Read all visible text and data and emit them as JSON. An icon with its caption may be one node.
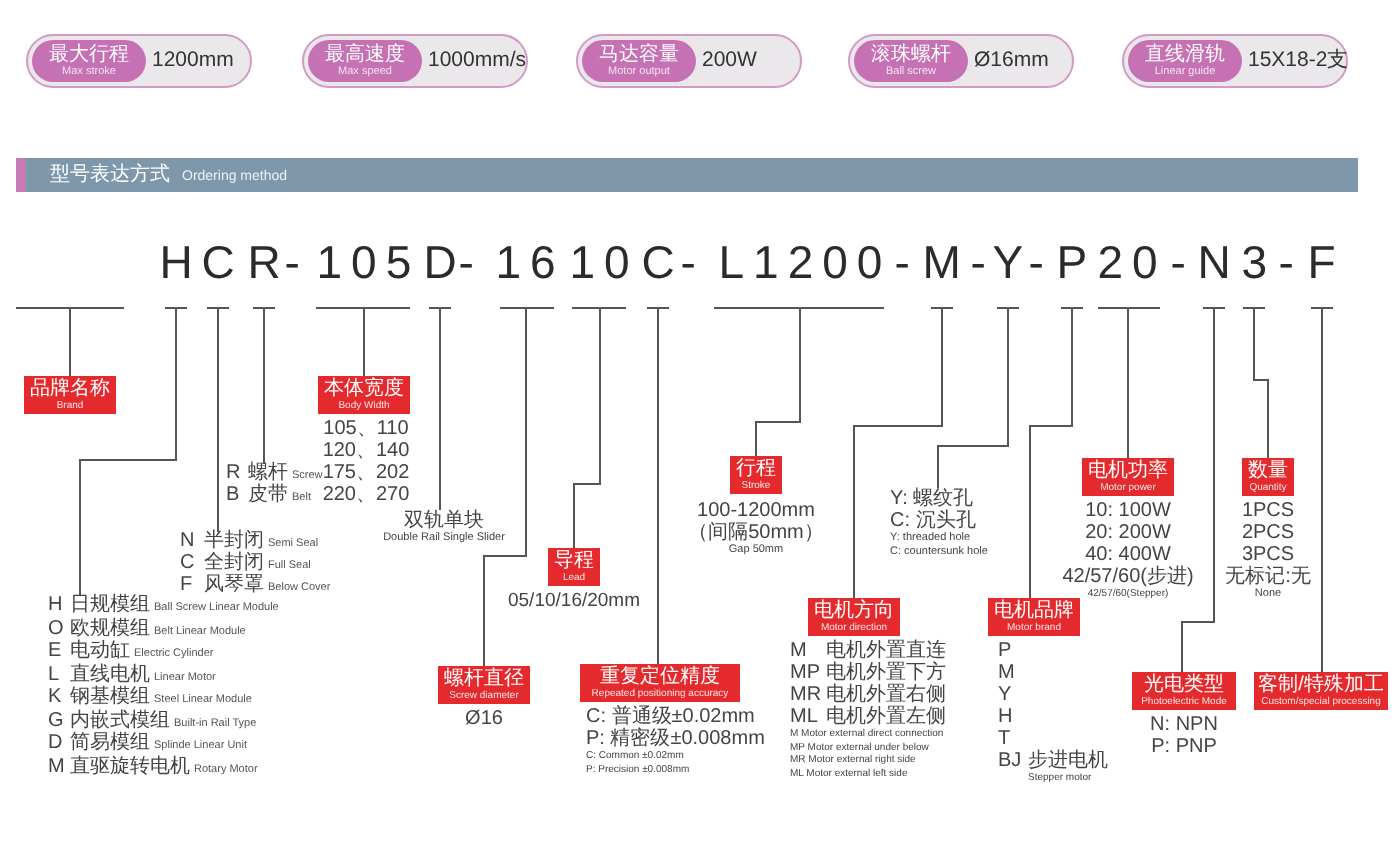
{
  "diagram": {
    "nodes": [
      {
        "text": [
          "1200mm"
        ]
      },
      {
        "text": [
          "最大行程",
          "Max stroke"
        ],
        "in": 0
      },
      {
        "text": [
          "1000mm/s"
        ]
      },
      {
        "text": [
          "最高速度",
          "Max speed"
        ],
        "in": 2
      },
      {
        "text": [
          "200W"
        ]
      },
      {
        "text": [
          "马达容量",
          "Motor output"
        ],
        "in": 4
      },
      {
        "text": [
          "Ø16mm"
        ]
      },
      {
        "text": [
          "滚珠螺杆",
          "Ball screw"
        ],
        "in": 6
      },
      {
        "text": [
          "15X18-2支"
        ]
      },
      {
        "text": [
          "直线滑轨",
          "Linear guide"
        ],
        "in": 8
      },
      {
        "text": [
          "型号表达方式",
          "Ordering method"
        ]
      },
      {
        "text": [
          "H"
        ]
      },
      {
        "text": [
          "C"
        ]
      },
      {
        "text": [
          "R"
        ]
      },
      {
        "text": [
          "105"
        ]
      },
      {
        "text": [
          "D"
        ]
      },
      {
        "text": [
          "16"
        ]
      },
      {
        "text": [
          "10"
        ]
      },
      {
        "text": [
          "C"
        ]
      },
      {
        "text": [
          "L1200"
        ]
      },
      {
        "text": [
          "M"
        ]
      },
      {
        "text": [
          "Y"
        ]
      },
      {
        "text": [
          "P"
        ]
      },
      {
        "text": [
          "20"
        ]
      },
      {
        "text": [
          "N"
        ]
      },
      {
        "text": [
          "3"
        ]
      },
      {
        "text": [
          "F"
        ]
      },
      {
        "text": [
          "品牌名称",
          "Brand"
        ]
      },
      {
        "text": [
          "本体宽度",
          "Body Width"
        ],
        "beside": [
          "105、110",
          "120、140",
          "175、202",
          "220、270"
        ]
      },
      {
        "text": [
          "R",
          "螺杆",
          "Screw",
          "B",
          "皮带",
          "Belt"
        ]
      },
      {
        "text": [
          "双轨单块",
          "Double Rail Single Slider"
        ]
      },
      {
        "text": [
          "N",
          "半封闭",
          "Semi Seal",
          "C",
          "全封闭",
          "Full Seal",
          "F",
          "风琴罩",
          "Below Cover"
        ]
      },
      {
        "text": [
          "H",
          "日规模组",
          "Ball Screw Linear Module",
          "O",
          "欧规模组",
          "Belt Linear Module",
          "E",
          "电动缸",
          "Electric Cylinder",
          "L",
          "直线电机",
          "Linear Motor",
          "K",
          "钢基模组",
          "Steel Linear Module",
          "G",
          "内嵌式模组",
          "Built-in Rail Type",
          "D",
          "简易模组",
          "Splinde Linear Unit",
          "M",
          "直驱旋转电机",
          "Rotary Motor"
        ]
      },
      {
        "text": [
          "螺杆直径",
          "Screw diameter"
        ],
        "beside": [
          "Ø16"
        ]
      },
      {
        "text": [
          "导程",
          "Lead"
        ],
        "beside": [
          "05/10/16/20mm"
        ]
      },
      {
        "text": [
          "重复定位精度",
          "Repeated positioning accuracy"
        ],
        "beside": [
          "C: 普通级±0.02mm",
          "P: 精密级±0.008mm",
          "C: Common ±0.02mm",
          "P: Precision ±0.008mm"
        ]
      },
      {
        "text": [
          "行程",
          "Stroke"
        ],
        "beside": [
          "100-1200mm",
          "（间隔50mm）",
          "Gap 50mm"
        ]
      },
      {
        "text": [
          "Y: 螺纹孔",
          "C: 沉头孔",
          "Y: threaded hole",
          "C: countersunk hole"
        ]
      },
      {
        "text": [
          "电机方向",
          "Motor direction"
        ],
        "beside": [
          "M",
          "电机外置直连",
          "MP",
          "电机外置下方",
          "MR",
          "电机外置右侧",
          "ML",
          "电机外置左侧",
          "M Motor external direct connection",
          "MP Motor external under below",
          "MR Motor external right side",
          "ML Motor external left side"
        ]
      },
      {
        "text": [
          "电机功率",
          "Motor power"
        ],
        "beside": [
          "10: 100W",
          "20: 200W",
          "40: 400W",
          "42/57/60(步进)",
          "42/57/60(Stepper)"
        ]
      },
      {
        "text": [
          "电机品牌",
          "Motor brand"
        ],
        "beside": [
          "P",
          "M",
          "Y",
          "H",
          "T",
          "BJ",
          "步进电机",
          "Stepper motor"
        ]
      },
      {
        "text": [
          "数量",
          "Quantity"
        ],
        "beside": [
          "1PCS",
          "2PCS",
          "3PCS",
          "无标记:无",
          "None"
        ]
      },
      {
        "text": [
          "光电类型",
          "Photoelectric Mode"
        ],
        "beside": [
          "N: NPN",
          "P: PNP"
        ]
      },
      {
        "text": [
          "客制/特殊加工",
          "Custom/special processing"
        ]
      }
    ],
    "edges": [
      {
        "from": 27,
        "to": null,
        "arrow": "none"
      },
      {
        "from": 32,
        "to": 11,
        "arrow": "none"
      },
      {
        "from": 31,
        "to": 12,
        "arrow": "none"
      },
      {
        "from": 29,
        "to": 13,
        "arrow": "none"
      },
      {
        "from": 28,
        "to": 14,
        "arrow": "none"
      },
      {
        "from": 30,
        "to": 15,
        "arrow": "none"
      },
      {
        "from": 33,
        "to": 16,
        "arrow": "none"
      },
      {
        "from": 34,
        "to": 17,
        "arrow": "none"
      },
      {
        "from": 35,
        "to": 18,
        "arrow": "none"
      },
      {
        "from": 36,
        "to": 19,
        "arrow": "none"
      },
      {
        "from": 38,
        "to": 20,
        "arrow": "none"
      },
      {
        "from": 37,
        "to": 21,
        "arrow": "none"
      },
      {
        "from": 40,
        "to": 22,
        "arrow": "none"
      },
      {
        "from": 39,
        "to": 23,
        "arrow": "none"
      },
      {
        "from": 42,
        "to": 24,
        "arrow": "none"
      },
      {
        "from": 41,
        "to": 25,
        "arrow": "none"
      },
      {
        "from": 43,
        "to": 26,
        "arrow": "none"
      }
    ],
    "labels": [
      "-",
      "-",
      "-",
      "-",
      "-",
      "-",
      "-",
      "-"
    ]
  }
}
